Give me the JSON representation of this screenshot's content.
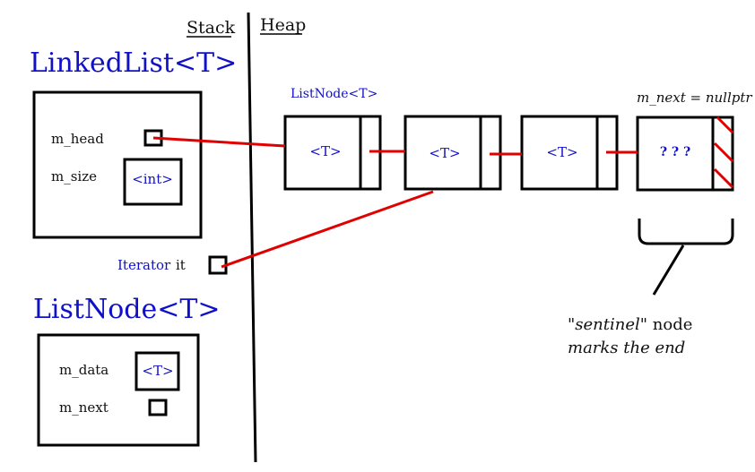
{
  "labels": {
    "stack": "Stack",
    "heap": "Heap",
    "linked_list_title": "LinkedList<T>",
    "list_node_title": "ListNode<T>",
    "list_node_heap_label": "ListNode<T>",
    "m_head": "m_head",
    "m_size": "m_size",
    "int_type": "<int>",
    "iterator_word": "Iterator",
    "iterator_var": "it",
    "m_data": "m_data",
    "m_next": "m_next",
    "data_type": "<T>",
    "node_data": [
      "<T>",
      "<T>",
      "<T>"
    ],
    "sentinel_data": "? ? ?",
    "nullptr_note": "m_next = nullptr",
    "sentinel_note": {
      "quote_open": "\"",
      "word": "sentinel",
      "rest": "\" node",
      "line2": "marks the end"
    }
  },
  "colors": {
    "type_blue": "#1010c8",
    "pointer_red": "#e00000",
    "outline": "#000000"
  }
}
